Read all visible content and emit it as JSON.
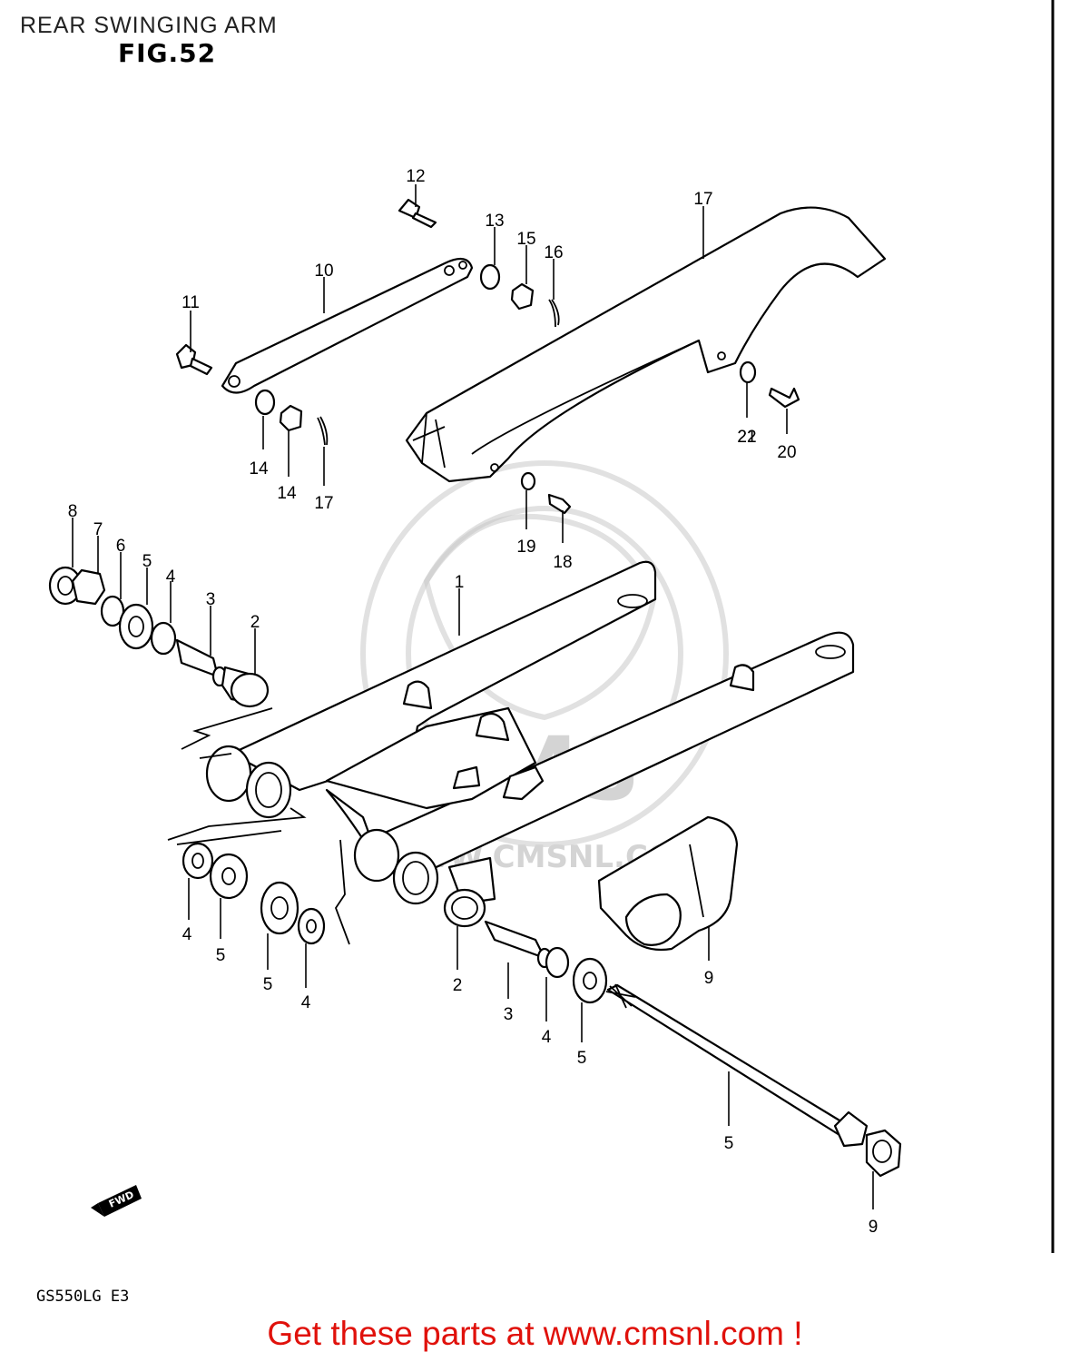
{
  "header": {
    "title": "REAR SWINGING ARM",
    "figure": "FIG.52"
  },
  "model_code": "GS550LG E3",
  "fwd_label": "FWD",
  "watermark": {
    "brand": "CMS",
    "url": "WWW.CMSNL.COM"
  },
  "callouts": [
    "1",
    "2",
    "2",
    "3",
    "3",
    "4",
    "4",
    "4",
    "4",
    "5",
    "5",
    "5",
    "5",
    "5",
    "6",
    "7",
    "8",
    "9",
    "9",
    "10",
    "11",
    "12",
    "13",
    "14",
    "14",
    "15",
    "16",
    "17",
    "17",
    "18",
    "19",
    "20",
    "21",
    "22"
  ],
  "footer": {
    "cta": "Get these parts at www.cmsnl.com !"
  },
  "colors": {
    "cta": "#e0110b",
    "line_art": "#000000",
    "watermark": "#c9c9c9"
  }
}
